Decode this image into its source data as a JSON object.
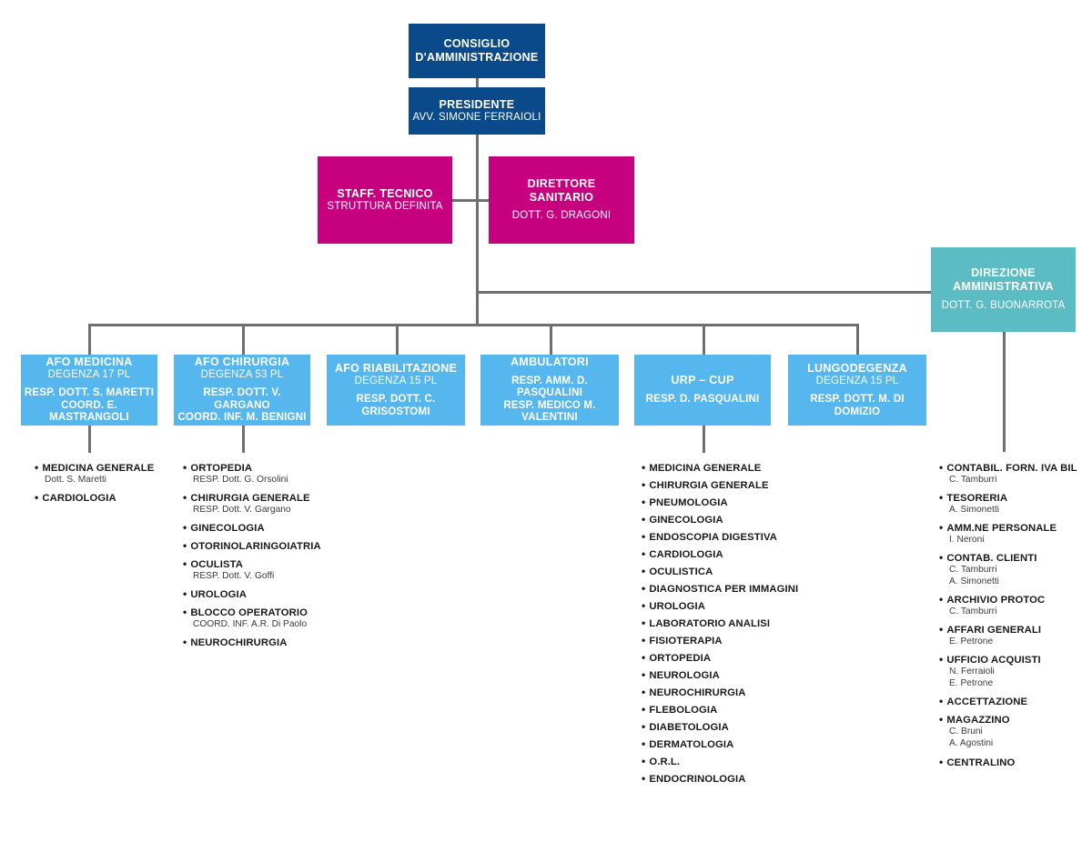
{
  "colors": {
    "navy": "#0b4a8a",
    "magenta": "#c6007e",
    "teal": "#5bbcc4",
    "light_blue": "#56b7ef",
    "connector": "#6f6f6f",
    "text_dark": "#1a1a1a"
  },
  "nodes": {
    "consiglio": {
      "title": "CONSIGLIO\nD'AMMINISTRAZIONE",
      "line1": "CONSIGLIO",
      "line2": "D'AMMINISTRAZIONE"
    },
    "presidente": {
      "line1": "PRESIDENTE",
      "line2": "AVV. SIMONE FERRAIOLI"
    },
    "staff_tecnico": {
      "line1": "STAFF. TECNICO",
      "line2": "STRUTTURA DEFINITA"
    },
    "direttore_sanitario": {
      "line1": "DIRETTORE",
      "line2": "SANITARIO",
      "line3": "DOTT. G. DRAGONI"
    },
    "direzione_amministrativa": {
      "line1": "DIREZIONE",
      "line2": "AMMINISTRATIVA",
      "line3": "DOTT. G. BUONARROTA"
    },
    "afo_medicina": {
      "line1": "AFO MEDICINA",
      "line2": "DEGENZA 17 PL",
      "line3": "RESP. DOTT. S. MARETTI",
      "line4": "COORD. E. MASTRANGOLI"
    },
    "afo_chirurgia": {
      "line1": "AFO CHIRURGIA",
      "line2": "DEGENZA 53 PL",
      "line3": "RESP. DOTT. V. GARGANO",
      "line4": "COORD. INF. M. BENIGNI"
    },
    "afo_riabilitazione": {
      "line1": "AFO RIABILITAZIONE",
      "line2": "DEGENZA 15 PL",
      "line3": "RESP. DOTT. C. GRISOSTOMI"
    },
    "ambulatori": {
      "line1": "AMBULATORI",
      "line3": "RESP. AMM. D. PASQUALINI",
      "line4": "RESP. MEDICO M. VALENTINI"
    },
    "urp_cup": {
      "line1": "URP – CUP",
      "line3": "RESP. D. PASQUALINI"
    },
    "lungodegenza": {
      "line1": "LUNGODEGENZA",
      "line2": "DEGENZA 15 PL",
      "line3": "RESP. DOTT.  M. DI DOMIZIO"
    }
  },
  "lists": {
    "afo_medicina": [
      {
        "name": "MEDICINA GENERALE",
        "subs": [
          "Dott. S. Maretti"
        ]
      },
      {
        "name": "CARDIOLOGIA",
        "subs": []
      }
    ],
    "afo_chirurgia": [
      {
        "name": "ORTOPEDIA",
        "subs": [
          "RESP. Dott. G. Orsolini"
        ]
      },
      {
        "name": "CHIRURGIA GENERALE",
        "subs": [
          "RESP. Dott. V. Gargano"
        ]
      },
      {
        "name": "GINECOLOGIA",
        "subs": []
      },
      {
        "name": "OTORINOLARINGOIATRIA",
        "subs": []
      },
      {
        "name": "OCULISTA",
        "subs": [
          "RESP. Dott. V. Goffi"
        ]
      },
      {
        "name": "UROLOGIA",
        "subs": []
      },
      {
        "name": "BLOCCO OPERATORIO",
        "subs": [
          "COORD. INF. A.R. Di Paolo"
        ]
      },
      {
        "name": "NEUROCHIRURGIA",
        "subs": []
      }
    ],
    "urp_cup": [
      {
        "name": "MEDICINA GENERALE",
        "subs": []
      },
      {
        "name": "CHIRURGIA GENERALE",
        "subs": []
      },
      {
        "name": "PNEUMOLOGIA",
        "subs": []
      },
      {
        "name": "GINECOLOGIA",
        "subs": []
      },
      {
        "name": "ENDOSCOPIA DIGESTIVA",
        "subs": []
      },
      {
        "name": "CARDIOLOGIA",
        "subs": []
      },
      {
        "name": "OCULISTICA",
        "subs": []
      },
      {
        "name": "DIAGNOSTICA PER IMMAGINI",
        "subs": []
      },
      {
        "name": "UROLOGIA",
        "subs": []
      },
      {
        "name": "LABORATORIO ANALISI",
        "subs": []
      },
      {
        "name": "FISIOTERAPIA",
        "subs": []
      },
      {
        "name": "ORTOPEDIA",
        "subs": []
      },
      {
        "name": "NEUROLOGIA",
        "subs": []
      },
      {
        "name": "NEUROCHIRURGIA",
        "subs": []
      },
      {
        "name": "FLEBOLOGIA",
        "subs": []
      },
      {
        "name": "DIABETOLOGIA",
        "subs": []
      },
      {
        "name": "DERMATOLOGIA",
        "subs": []
      },
      {
        "name": "O.R.L.",
        "subs": []
      },
      {
        "name": "ENDOCRINOLOGIA",
        "subs": []
      }
    ],
    "direzione_amministrativa": [
      {
        "name": "CONTABIL. FORN. IVA BIL",
        "subs": [
          "C. Tamburri"
        ]
      },
      {
        "name": "TESORERIA",
        "subs": [
          "A. Simonetti"
        ]
      },
      {
        "name": "AMM.NE PERSONALE",
        "subs": [
          "I. Neroni"
        ]
      },
      {
        "name": "CONTAB. CLIENTI",
        "subs": [
          "C. Tamburri",
          "A. Simonetti"
        ]
      },
      {
        "name": "ARCHIVIO PROTOC",
        "subs": [
          "C. Tamburri"
        ]
      },
      {
        "name": "AFFARI GENERALI",
        "subs": [
          "E. Petrone"
        ]
      },
      {
        "name": "UFFICIO ACQUISTI",
        "subs": [
          "N. Ferraioli",
          "E. Petrone"
        ]
      },
      {
        "name": "ACCETTAZIONE",
        "subs": []
      },
      {
        "name": "MAGAZZINO",
        "subs": [
          "C. Bruni",
          "A. Agostini"
        ]
      },
      {
        "name": "CENTRALINO",
        "subs": []
      }
    ]
  }
}
